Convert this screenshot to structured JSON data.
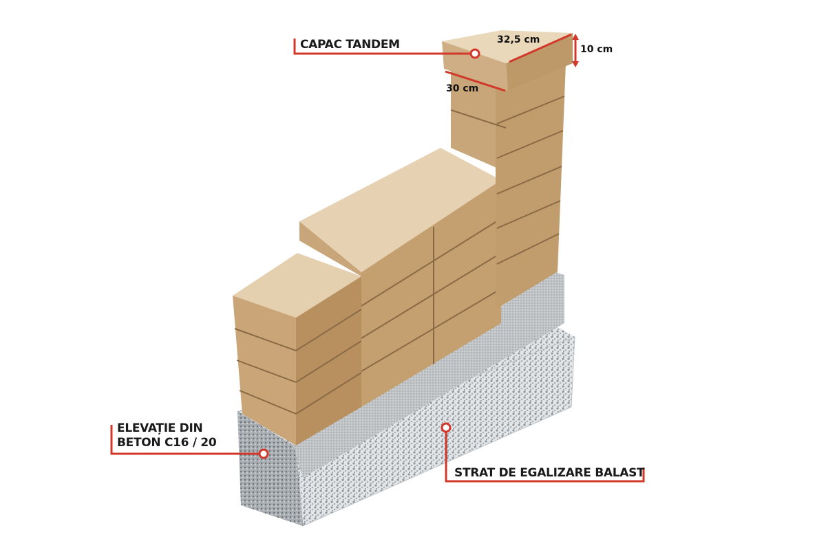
{
  "labels": {
    "cap": "CAPAC TANDEM",
    "elevation_line1": "ELEVAȚIE DIN",
    "elevation_line2": "BETON C16 / 20",
    "gravel": "STRAT DE EGALIZARE BALAST"
  },
  "dimensions": {
    "length": "32,5 cm",
    "width": "30 cm",
    "height": "10 cm"
  },
  "colors": {
    "accent": "#d2382a",
    "block_top": "#e6d2b2",
    "block_front": "#c9a57a",
    "block_side": "#b58c5e",
    "concrete": "#b9bcbf",
    "gravel": "#dcdfe2"
  }
}
